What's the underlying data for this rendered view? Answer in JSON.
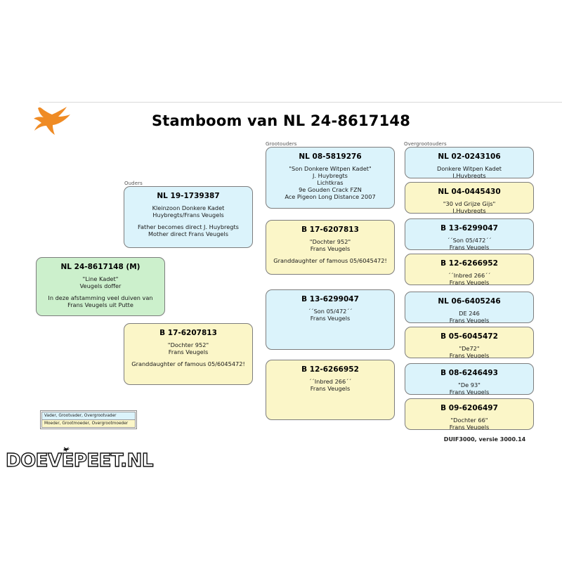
{
  "document": {
    "title": "Stamboom van NL 24-8617148",
    "version_footer": "DUIF3000, versie 3000.14",
    "watermark": "DOEVEPEET.NL",
    "logo_icon": "dove-bird-icon",
    "accent_color": "#ef8b24"
  },
  "column_labels": {
    "parents": "Ouders",
    "grandparents": "Grootouders",
    "greatgrandparents": "Overgrootouders"
  },
  "colors": {
    "male_box": "#dbf3fb",
    "female_box": "#fbf6c8",
    "subject_box": "#ccf0cc",
    "border": "#7d7d7d"
  },
  "legend": {
    "male_line": "Vader, Grootvader, Overgrootvader",
    "female_line": "Moeder, Grootmoeder, Overgrootmoeder"
  },
  "subject": {
    "id": "NL 24-8617148 (M)",
    "lines": [
      "\"Line Kadet\"",
      "Veugels doffer"
    ],
    "notes": [
      "In deze afstamming veel duiven van",
      "Frans Veugels uit Putte"
    ]
  },
  "parents": [
    {
      "id": "NL 19-1739387",
      "lines": [
        "Kleinzoon Donkere Kadet",
        "Huybregts/Frans Veugels"
      ],
      "notes": [
        "Father becomes direct J. Huybregts",
        "Mother direct Frans Veugels"
      ],
      "sex": "male"
    },
    {
      "id": "B 17-6207813",
      "lines": [
        "\"Dochter 952\"",
        "Frans Veugels"
      ],
      "notes": [
        "Granddaughter of famous 05/6045472!"
      ],
      "sex": "female"
    }
  ],
  "grandparents": [
    {
      "id": "NL 08-5819276",
      "lines": [
        "\"Son Donkere Witpen Kadet\"",
        "J. Huybregts",
        "Lichtkras",
        "9e Gouden Crack FZN",
        "Ace Pigeon Long Distance 2007"
      ],
      "notes": [],
      "sex": "male"
    },
    {
      "id": "B 17-6207813",
      "lines": [
        "\"Dochter 952\"",
        "Frans Veugels"
      ],
      "notes": [
        "Granddaughter of famous 05/6045472!"
      ],
      "sex": "female"
    },
    {
      "id": "B 13-6299047",
      "lines": [
        "´´Son 05/472´´",
        "Frans Veugels"
      ],
      "notes": [],
      "sex": "male"
    },
    {
      "id": "B 12-6266952",
      "lines": [
        "´´Inbred 266´´",
        "Frans Veugels"
      ],
      "notes": [],
      "sex": "female"
    }
  ],
  "greatgrandparents": [
    {
      "id": "NL 02-0243106",
      "lines": [
        "Donkere Witpen Kadet",
        "J.Huybregts"
      ],
      "notes": [],
      "sex": "male"
    },
    {
      "id": "NL 04-0445430",
      "lines": [
        "\"30 vd Grijze Gijs\"",
        "J.Huybregts"
      ],
      "notes": [],
      "sex": "female"
    },
    {
      "id": "B 13-6299047",
      "lines": [
        "´´Son 05/472´´",
        "Frans Veugels"
      ],
      "notes": [],
      "sex": "male"
    },
    {
      "id": "B 12-6266952",
      "lines": [
        "´´Inbred 266´´",
        "Frans Veugels"
      ],
      "notes": [],
      "sex": "female"
    },
    {
      "id": "NL 06-6405246",
      "lines": [
        "DE 246",
        "Frans Veugels"
      ],
      "notes": [],
      "sex": "male"
    },
    {
      "id": "B 05-6045472",
      "lines": [
        "\"De72\"",
        "Frans Veugels"
      ],
      "notes": [],
      "sex": "female"
    },
    {
      "id": "B 08-6246493",
      "lines": [
        "\"De 93\"",
        "Frans Veugels"
      ],
      "notes": [],
      "sex": "male"
    },
    {
      "id": "B 09-6206497",
      "lines": [
        "\"Dochter 66\"",
        "Frans Veugels"
      ],
      "notes": [],
      "sex": "female"
    }
  ]
}
